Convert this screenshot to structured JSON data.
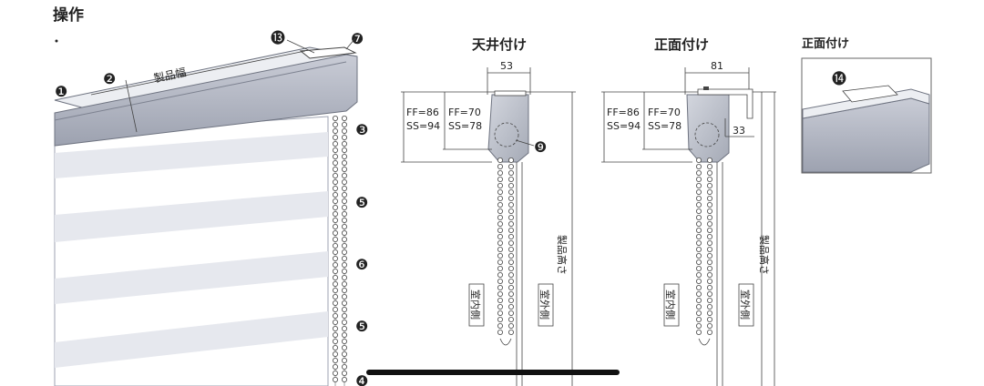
{
  "header": {
    "title": "操作"
  },
  "overview": {
    "product_width": "製品幅",
    "callouts": [
      "❶",
      "❷",
      "❸",
      "❺",
      "❻",
      "❺",
      "❹",
      "⓭",
      "❼"
    ]
  },
  "ceiling": {
    "title": "天井付け",
    "width_dim": "53",
    "ff_outer": "FF=86",
    "ss_outer": "SS=94",
    "ff_inner": "FF=70",
    "ss_inner": "SS=78",
    "callout": "❾",
    "indoor": "室内側",
    "outdoor": "室外側",
    "height": "製品高さ"
  },
  "front": {
    "title": "正面付け",
    "width_dim": "81",
    "ff_outer": "FF=86",
    "ss_outer": "SS=94",
    "ff_inner": "FF=70",
    "ss_inner": "SS=78",
    "offset_dim": "33",
    "indoor": "室内側",
    "outdoor": "室外側",
    "height": "製品高さ"
  },
  "detail": {
    "title": "正面付け",
    "callout": "⓮"
  },
  "colors": {
    "frame": "#a8adba",
    "frame_dark": "#6e7380",
    "fabric": "#ffffff",
    "stripe": "#e9ebf0",
    "line": "#444444"
  }
}
